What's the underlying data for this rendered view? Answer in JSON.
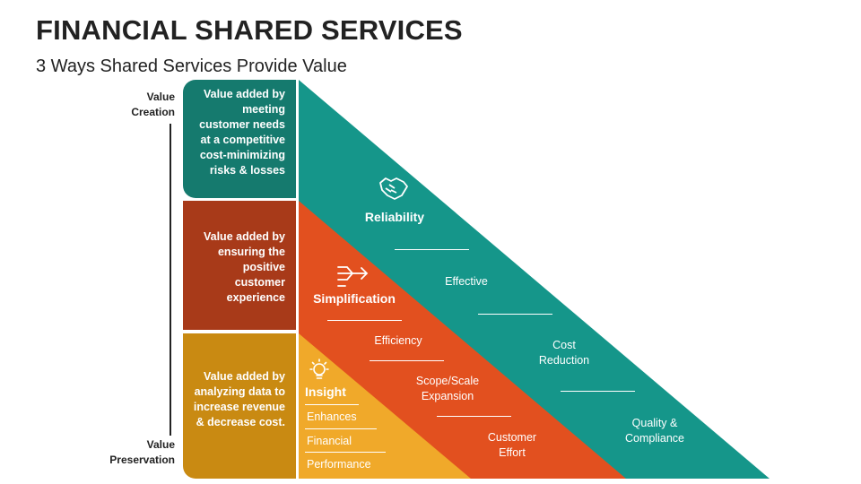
{
  "title": "FINANCIAL SHARED SERVICES",
  "subtitle": "3 Ways Shared Services Provide Value",
  "axis": {
    "top_label": "Value\nCreation",
    "bottom_label": "Value\nPreservation"
  },
  "blocks": [
    {
      "text": "Value added by meeting customer needs at a competitive cost-minimizing risks & losses",
      "color": "#157a6e"
    },
    {
      "text": "Value added by ensuring the positive customer experience",
      "color": "#a83a19"
    },
    {
      "text": "Value added by analyzing data to increase revenue & decrease cost.",
      "color": "#c98a12"
    }
  ],
  "layers": [
    {
      "name": "Reliability",
      "icon": "handshake-icon",
      "color": "#15968a",
      "items": [
        "Effective",
        "Cost\nReduction",
        "Quality &\nCompliance"
      ]
    },
    {
      "name": "Simplification",
      "icon": "arrows-merge-icon",
      "color": "#e2501f",
      "items": [
        "Efficiency",
        "Scope/Scale\nExpansion",
        "Customer\nEffort"
      ]
    },
    {
      "name": "Insight",
      "icon": "lightbulb-icon",
      "color": "#f0a92a",
      "items": [
        "Enhances",
        "Financial",
        "Performance"
      ]
    }
  ]
}
